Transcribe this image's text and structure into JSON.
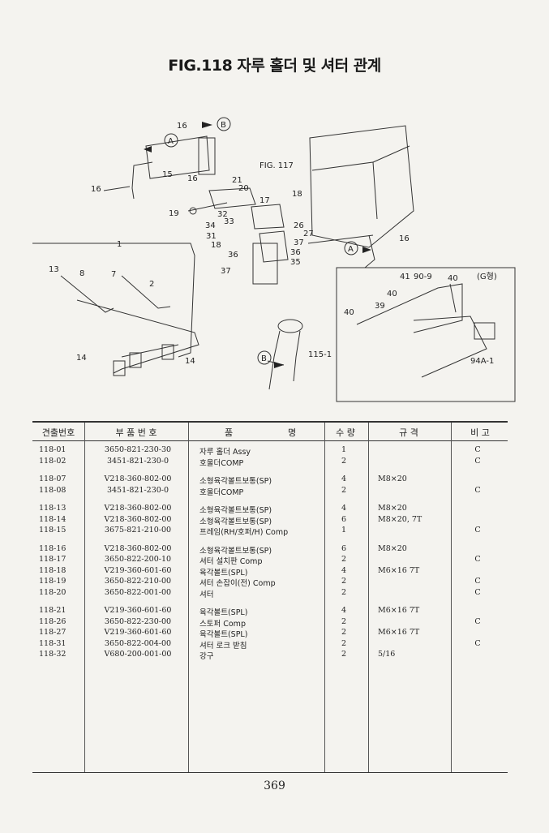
{
  "title": "FIG.118 자루 홀더 및 셔터 관계",
  "diagram": {
    "labels": [
      "16",
      "B",
      "A",
      "15",
      "16",
      "16",
      "21",
      "20",
      "17",
      "18",
      "19",
      "32",
      "33",
      "34",
      "26",
      "31",
      "27",
      "18",
      "37",
      "36",
      "35",
      "1",
      "13",
      "8",
      "7",
      "2",
      "14",
      "14",
      "B",
      "115-1",
      "FIG. 117",
      "A",
      "16",
      "41",
      "90-9",
      "40",
      "(G형)",
      "40",
      "39",
      "94A-1"
    ]
  },
  "table": {
    "headers": [
      "견출번호",
      "부 품 번 호",
      "품",
      "명",
      "수 량",
      "규 격",
      "비 고"
    ],
    "rows": [
      {
        "no": "118-01",
        "part": "3650-821-230-30",
        "name": "자루 홀더 Assy",
        "qty": "1",
        "spec": "",
        "note": "C"
      },
      {
        "no": "118-02",
        "part": "3451-821-230-0",
        "name": "호울더COMP",
        "qty": "2",
        "spec": "",
        "note": "C"
      },
      {
        "no": "118-07",
        "part": "V218-360-802-00",
        "name": "소형육각볼트보통(SP)",
        "qty": "4",
        "spec": "M8×20",
        "note": ""
      },
      {
        "no": "118-08",
        "part": "3451-821-230-0",
        "name": "호울더COMP",
        "qty": "2",
        "spec": "",
        "note": "C"
      },
      {
        "no": "118-13",
        "part": "V218-360-802-00",
        "name": "소형육각볼트보통(SP)",
        "qty": "4",
        "spec": "M8×20",
        "note": ""
      },
      {
        "no": "118-14",
        "part": "V218-360-802-00",
        "name": "소형육각볼트보통(SP)",
        "qty": "6",
        "spec": "M8×20, 7T",
        "note": ""
      },
      {
        "no": "118-15",
        "part": "3675-821-210-00",
        "name": "프레임(RH/호퍼/H) Comp",
        "qty": "1",
        "spec": "",
        "note": "C"
      },
      {
        "no": "118-16",
        "part": "V218-360-802-00",
        "name": "소형육각볼트보통(SP)",
        "qty": "6",
        "spec": "M8×20",
        "note": ""
      },
      {
        "no": "118-17",
        "part": "3650-822-200-10",
        "name": "셔터 설치판 Comp",
        "qty": "2",
        "spec": "",
        "note": "C"
      },
      {
        "no": "118-18",
        "part": "V219-360-601-60",
        "name": "육각볼트(SPL)",
        "qty": "4",
        "spec": "M6×16 7T",
        "note": ""
      },
      {
        "no": "118-19",
        "part": "3650-822-210-00",
        "name": "셔터 손잡이(전) Comp",
        "qty": "2",
        "spec": "",
        "note": "C"
      },
      {
        "no": "118-20",
        "part": "3650-822-001-00",
        "name": "셔터",
        "qty": "2",
        "spec": "",
        "note": "C"
      },
      {
        "no": "118-21",
        "part": "V219-360-601-60",
        "name": "육각볼트(SPL)",
        "qty": "4",
        "spec": "M6×16 7T",
        "note": ""
      },
      {
        "no": "118-26",
        "part": "3650-822-230-00",
        "name": "스토퍼 Comp",
        "qty": "2",
        "spec": "",
        "note": "C"
      },
      {
        "no": "118-27",
        "part": "V219-360-601-60",
        "name": "육각볼트(SPL)",
        "qty": "2",
        "spec": "M6×16 7T",
        "note": ""
      },
      {
        "no": "118-31",
        "part": "3650-822-004-00",
        "name": "셔터 로크 받침",
        "qty": "2",
        "spec": "",
        "note": "C"
      },
      {
        "no": "118-32",
        "part": "V680-200-001-00",
        "name": "강구",
        "qty": "2",
        "spec": "5/16",
        "note": ""
      }
    ]
  },
  "page_number": "369"
}
